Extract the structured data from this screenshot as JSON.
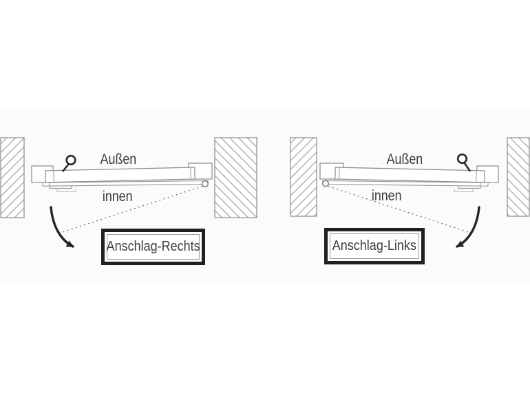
{
  "diagrams": [
    {
      "id": "hinge-right",
      "outside_label": "Außen",
      "inside_label": "innen",
      "box_label": "Anschlag-Rechts",
      "hinge_side": "right",
      "handle_side": "left"
    },
    {
      "id": "hinge-left",
      "outside_label": "Außen",
      "inside_label": "innen",
      "box_label": "Anschlag-Links",
      "hinge_side": "left",
      "handle_side": "right"
    }
  ],
  "icons": {
    "door_handle": "knob-icon",
    "hinge_pivot": "pivot-circle-icon",
    "swing_arrow": "curved-arrow-icon"
  },
  "colors": {
    "ink_dark": "#242424",
    "line_gray": "#8a8a8a",
    "hatch_gray": "#a8a8a8",
    "text_gray": "#3b3b3b",
    "box_border": "#202020",
    "background": "#ffffff"
  }
}
